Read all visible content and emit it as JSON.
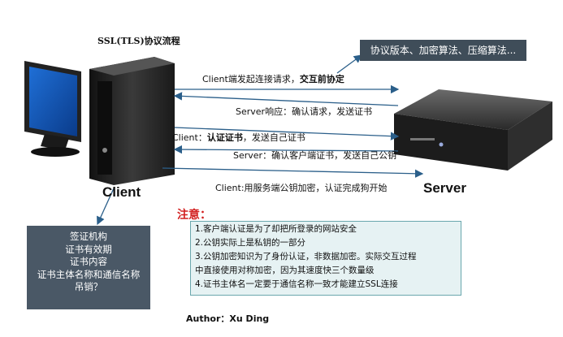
{
  "title": "SSL(TLS)协议流程",
  "client_label": "Client",
  "server_label": "Server",
  "protocol_box": "协议版本、加密算法、压缩算法...",
  "messages": {
    "m1_prefix": "Client端发起连接请求，",
    "m1_bold": "交互前协定",
    "m2": "Server响应：确认请求，发送证书",
    "m3_prefix": "Client：",
    "m3_bold": "认证证书",
    "m3_suffix": "，发送自己证书",
    "m4": "Server：确认客户端证书，发送自己公钥",
    "m5": "Client:用服务端公钥加密，认证完成狗开始"
  },
  "cert_box": [
    "签证机构",
    "证书有效期",
    "证书内容",
    "证书主体名称和通信名称",
    "吊销？"
  ],
  "note_title": "注意：",
  "notes": [
    "1.客户端认证是为了却把所登录的网站安全",
    "2.公钥实际上是私钥的一部分",
    "3.公钥加密知识为了身份认证，非数据加密。实际交互过程",
    "中直接使用对称加密，因为其速度快三个数量级",
    "4.证书主体名一定要于通信名称一致才能建立SSL连接"
  ],
  "author": "Author：Xu Ding",
  "colors": {
    "arrow": "#2b5f8a",
    "note_title": "#d21f1f",
    "box_dark": "#3f4d59",
    "note_bg": "#e6f2f3"
  }
}
